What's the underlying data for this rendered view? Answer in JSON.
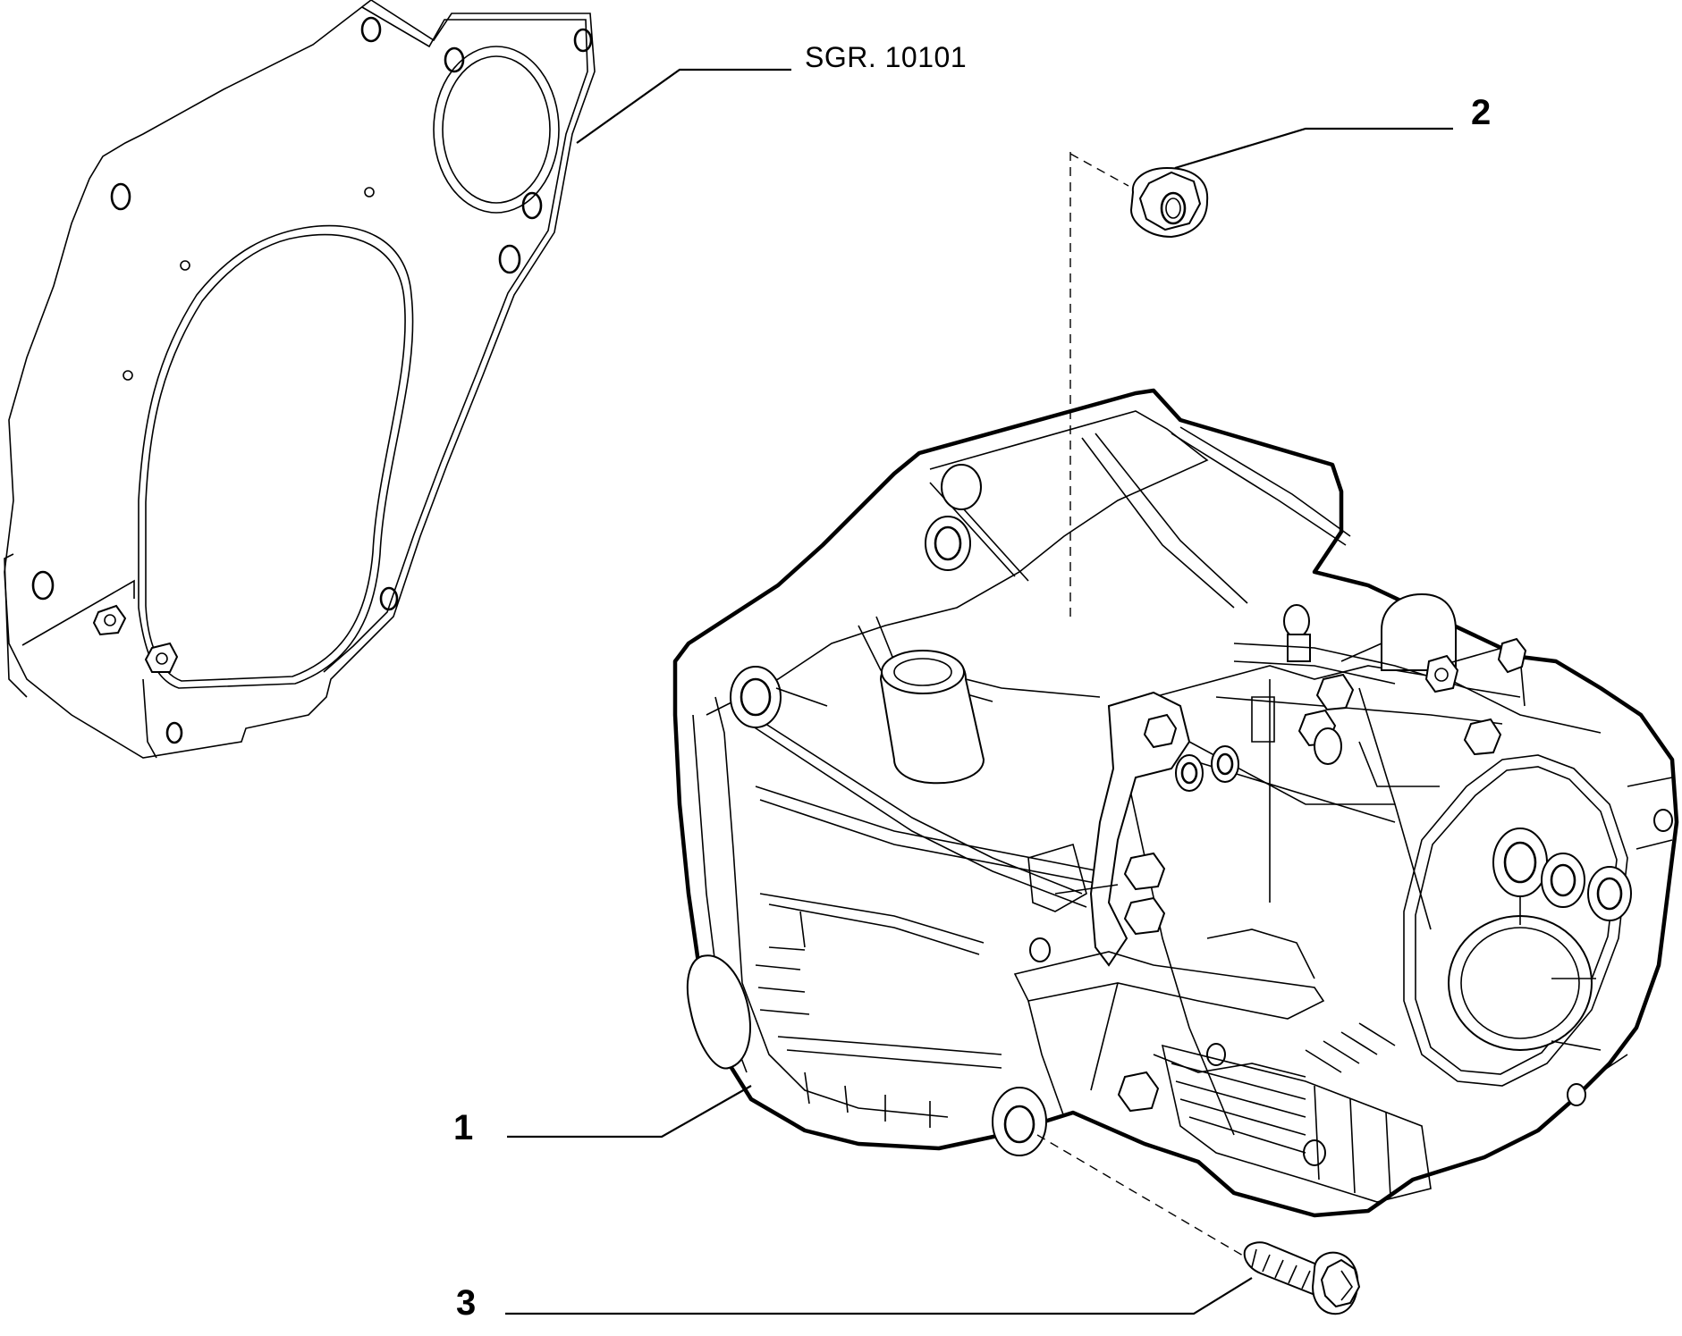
{
  "diagram": {
    "labels": {
      "sgr": "SGR. 10101",
      "callout_1": "1",
      "callout_2": "2",
      "callout_3": "3"
    },
    "parts": {
      "plate_icon": "adapter-plate-drawing",
      "gearbox_icon": "gearbox-housing-drawing",
      "nut_icon": "flange-nut-drawing",
      "bolt_icon": "flange-bolt-drawing"
    },
    "colors": {
      "line": "#000000",
      "background": "#ffffff"
    }
  }
}
